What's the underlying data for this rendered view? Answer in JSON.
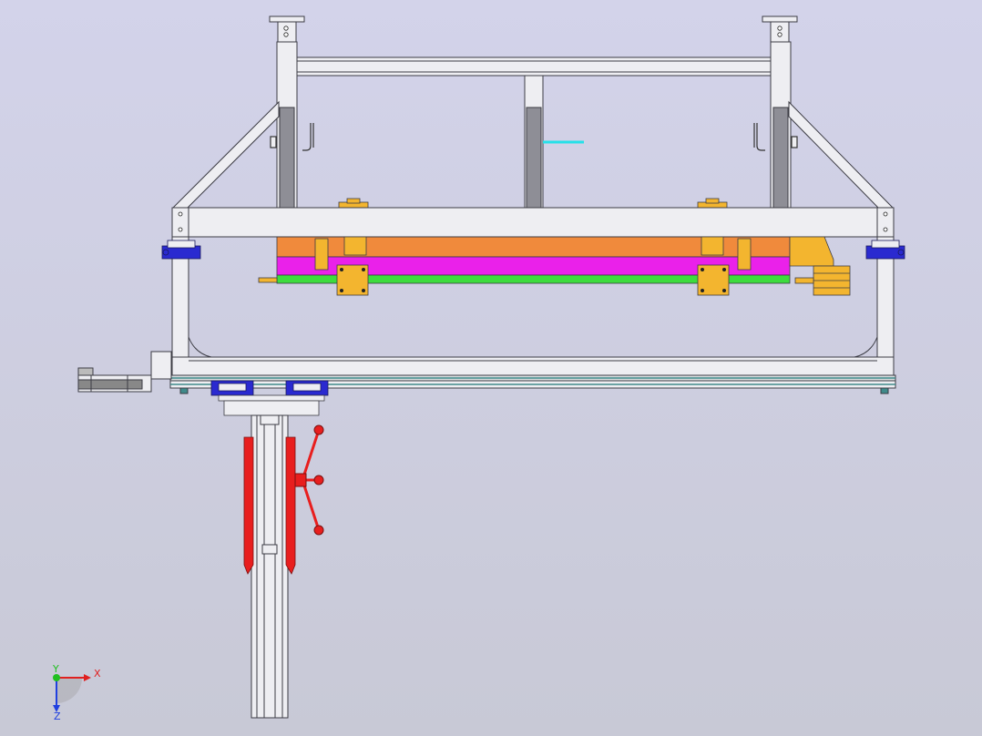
{
  "window": {
    "background_top": "#d3d3ea",
    "background_bottom": "#c8c9d6"
  },
  "colors": {
    "frame_fill": "#eeeef2",
    "frame_stroke": "#3c3c44",
    "column_dark": "#8e8e96",
    "orange_bar": "#f08a3c",
    "magenta_bar": "#ea21ea",
    "green_bar": "#3ddc3d",
    "yellow_parts": "#f3b52f",
    "blue_clamps": "#2a2ad0",
    "red_handle": "#e81e1e",
    "cyan_mark": "#26e0e8",
    "teal_rail": "#3f8a8a"
  },
  "triad": {
    "x_label": "X",
    "y_label": "Y",
    "z_label": "Z",
    "x_color": "#e02020",
    "y_color": "#20c020",
    "z_color": "#2040e0"
  }
}
